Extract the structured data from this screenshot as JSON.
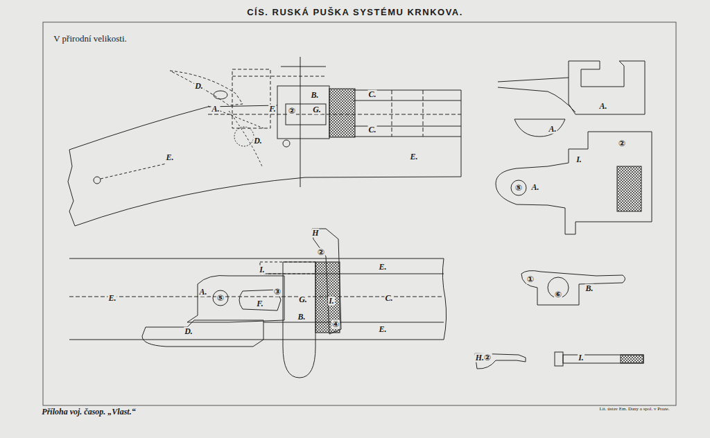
{
  "diagram": {
    "title": "CÍS. RUSKÁ PUŠKA SYSTÉMU KRNKOVA.",
    "caption": "Příloha voj. časop. „Vlast.“",
    "labels": [
      "V přirodní velikosti.",
      "D.",
      "A.",
      "F.",
      "②",
      "G.",
      "B.",
      "C.",
      "C.",
      "D.",
      "E.",
      "E.",
      "H",
      "②",
      "I.",
      "E.",
      "A.",
      "⑤",
      "③",
      "F.",
      "G.",
      "I.",
      "C.",
      "E.",
      "④",
      "B.",
      "D.",
      "E.",
      "A.",
      "A.",
      "②",
      "I.",
      "⑤",
      "A.",
      "①",
      "⑥",
      "B.",
      "H.②",
      "I.",
      "Lit. ústav Em. Dany a spol. v Praze."
    ]
  }
}
